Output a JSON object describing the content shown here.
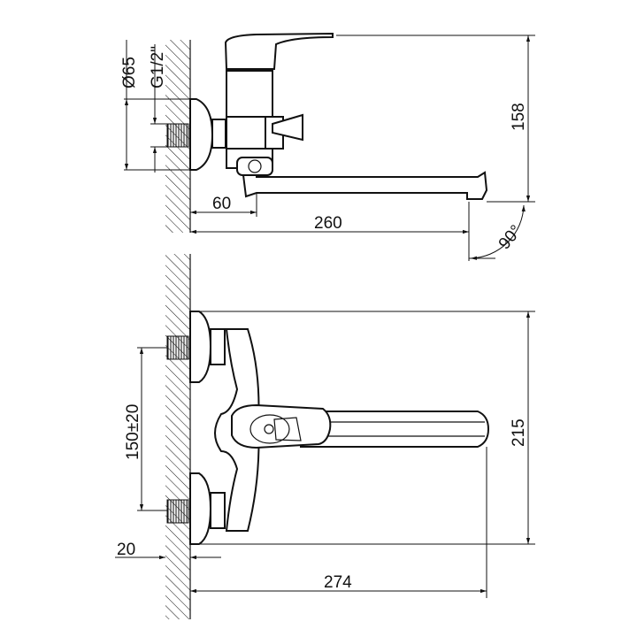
{
  "top_view": {
    "dim_flange_diameter": "Ø65",
    "dim_thread": "G1/2\"",
    "dim_height": "158",
    "dim_offset": "60",
    "dim_spout_length": "260",
    "dim_rotation": "90°"
  },
  "front_view": {
    "dim_center_distance": "150±20",
    "dim_height": "215",
    "dim_wall_thread": "20",
    "dim_total_length": "274"
  }
}
